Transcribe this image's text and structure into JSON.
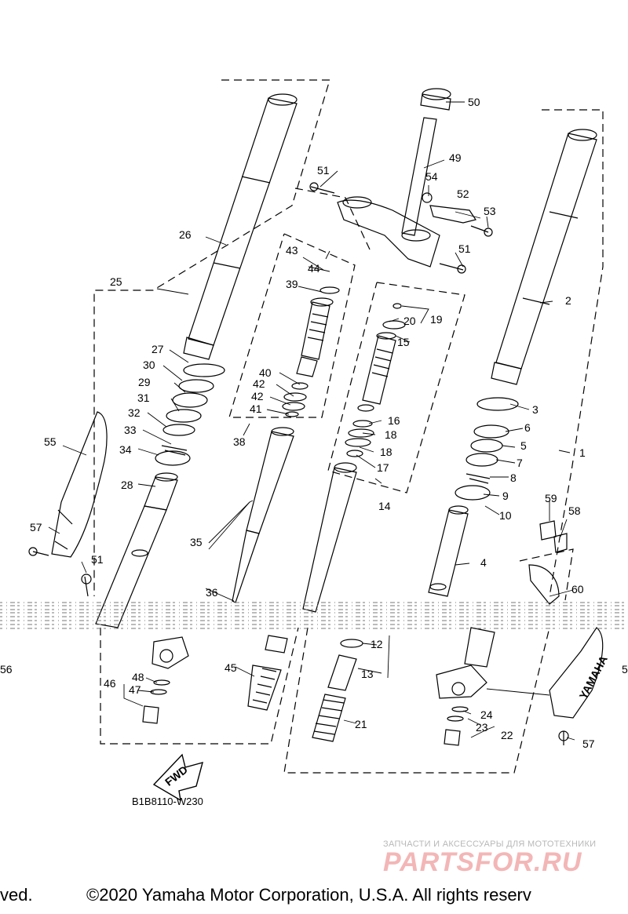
{
  "diagram": {
    "drawing_code": "B1B8110-W230",
    "fwd_label": "FWD",
    "brand_mark": "YAMAHA",
    "part_labels": [
      {
        "id": "l1",
        "text": "1"
      },
      {
        "id": "l2",
        "text": "2"
      },
      {
        "id": "l3",
        "text": "3"
      },
      {
        "id": "l4",
        "text": "4"
      },
      {
        "id": "l5",
        "text": "5"
      },
      {
        "id": "l6",
        "text": "6"
      },
      {
        "id": "l7",
        "text": "7"
      },
      {
        "id": "l8",
        "text": "8"
      },
      {
        "id": "l9",
        "text": "9"
      },
      {
        "id": "l10",
        "text": "10"
      },
      {
        "id": "l12",
        "text": "12"
      },
      {
        "id": "l13",
        "text": "13"
      },
      {
        "id": "l14",
        "text": "14"
      },
      {
        "id": "l15",
        "text": "15"
      },
      {
        "id": "l16",
        "text": "16"
      },
      {
        "id": "l17",
        "text": "17"
      },
      {
        "id": "l18a",
        "text": "18"
      },
      {
        "id": "l18b",
        "text": "18"
      },
      {
        "id": "l19",
        "text": "19"
      },
      {
        "id": "l20",
        "text": "20"
      },
      {
        "id": "l21",
        "text": "21"
      },
      {
        "id": "l22",
        "text": "22"
      },
      {
        "id": "l23",
        "text": "23"
      },
      {
        "id": "l24",
        "text": "24"
      },
      {
        "id": "l25",
        "text": "25"
      },
      {
        "id": "l26",
        "text": "26"
      },
      {
        "id": "l27",
        "text": "27"
      },
      {
        "id": "l28",
        "text": "28"
      },
      {
        "id": "l29",
        "text": "29"
      },
      {
        "id": "l30",
        "text": "30"
      },
      {
        "id": "l31",
        "text": "31"
      },
      {
        "id": "l32",
        "text": "32"
      },
      {
        "id": "l33",
        "text": "33"
      },
      {
        "id": "l34",
        "text": "34"
      },
      {
        "id": "l35",
        "text": "35"
      },
      {
        "id": "l36",
        "text": "36"
      },
      {
        "id": "l38",
        "text": "38"
      },
      {
        "id": "l39",
        "text": "39"
      },
      {
        "id": "l40",
        "text": "40"
      },
      {
        "id": "l41",
        "text": "41"
      },
      {
        "id": "l42a",
        "text": "42"
      },
      {
        "id": "l42b",
        "text": "42"
      },
      {
        "id": "l43",
        "text": "43"
      },
      {
        "id": "l44",
        "text": "44"
      },
      {
        "id": "l45",
        "text": "45"
      },
      {
        "id": "l46",
        "text": "46"
      },
      {
        "id": "l47",
        "text": "47"
      },
      {
        "id": "l48",
        "text": "48"
      },
      {
        "id": "l49",
        "text": "49"
      },
      {
        "id": "l50",
        "text": "50"
      },
      {
        "id": "l51a",
        "text": "51"
      },
      {
        "id": "l51b",
        "text": "51"
      },
      {
        "id": "l51c",
        "text": "51"
      },
      {
        "id": "l52",
        "text": "52"
      },
      {
        "id": "l53",
        "text": "53"
      },
      {
        "id": "l54",
        "text": "54"
      },
      {
        "id": "l55",
        "text": "55"
      },
      {
        "id": "l56",
        "text": "56"
      },
      {
        "id": "l57a",
        "text": "57"
      },
      {
        "id": "l57b",
        "text": "57"
      },
      {
        "id": "l58",
        "text": "58"
      },
      {
        "id": "l59",
        "text": "59"
      },
      {
        "id": "l60",
        "text": "60"
      },
      {
        "id": "l5r",
        "text": "5"
      }
    ]
  },
  "footer": {
    "left_fragment": "ved.",
    "copyright": "©2020 Yamaha Motor Corporation, U.S.A. All rights reserv"
  },
  "watermark": {
    "tagline": "ЗАПЧАСТИ И АКСЕССУАРЫ ДЛЯ МОТОТЕХНИКИ",
    "logo": "PARTSFOR.RU"
  }
}
